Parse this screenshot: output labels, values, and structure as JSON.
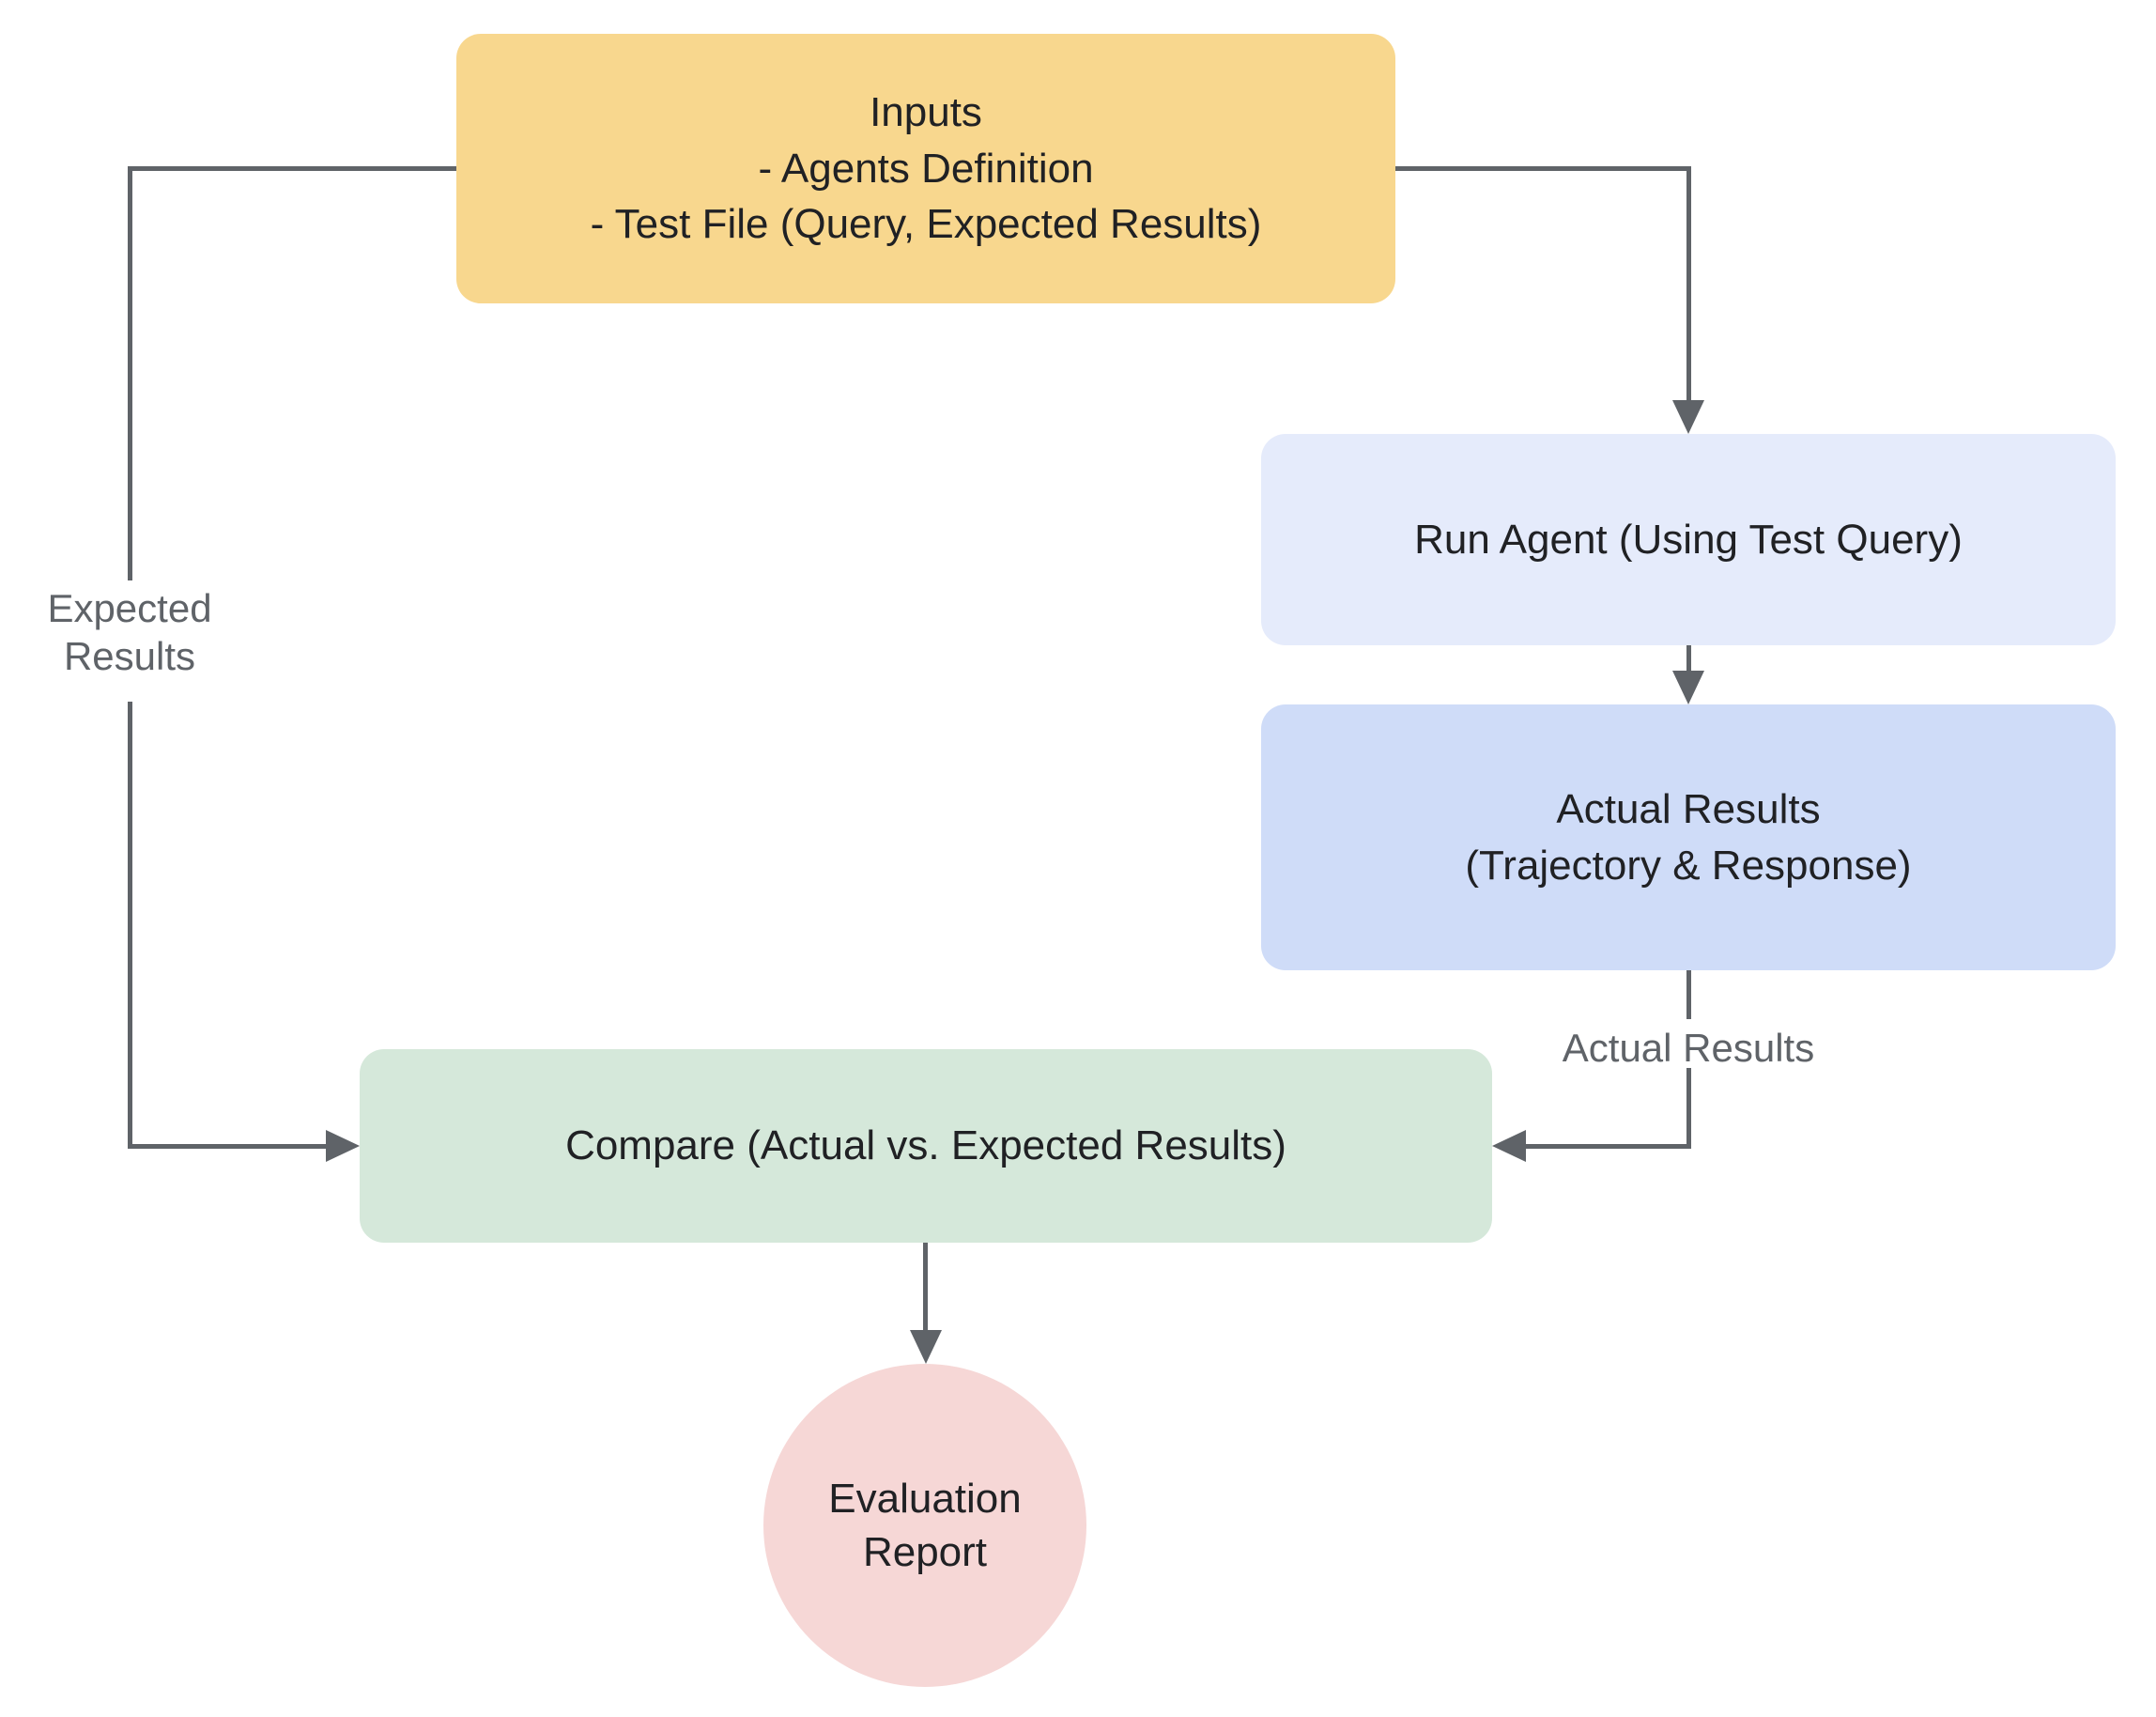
{
  "diagram": {
    "background": "#FFFFFF",
    "line_color": "#5F6368",
    "node_text_color": "#202124",
    "edge_label_color": "#5F6368",
    "nodes": {
      "inputs": {
        "shape": "rounded-rect",
        "fill": "#F8D78E",
        "lines": [
          "Inputs",
          "- Agents Definition",
          "- Test File (Query, Expected Results)"
        ]
      },
      "run_agent": {
        "shape": "rounded-rect",
        "fill": "#E5EBFB",
        "lines": [
          "Run Agent (Using Test Query)"
        ]
      },
      "actual_results": {
        "shape": "rounded-rect",
        "fill": "#CFDCF8",
        "lines": [
          "Actual Results",
          "(Trajectory & Response)"
        ]
      },
      "compare": {
        "shape": "rounded-rect",
        "fill": "#D5E8DA",
        "lines": [
          "Compare (Actual vs. Expected Results)"
        ]
      },
      "evaluation_report": {
        "shape": "circle",
        "fill": "#F6D7D6",
        "lines": [
          "Evaluation",
          "Report"
        ]
      }
    },
    "edges": [
      {
        "from": "inputs",
        "to": "compare",
        "label": [
          "Expected",
          "Results"
        ]
      },
      {
        "from": "inputs",
        "to": "run_agent",
        "label": []
      },
      {
        "from": "run_agent",
        "to": "actual_results",
        "label": []
      },
      {
        "from": "actual_results",
        "to": "compare",
        "label": [
          "Actual Results"
        ]
      },
      {
        "from": "compare",
        "to": "evaluation_report",
        "label": []
      }
    ]
  }
}
